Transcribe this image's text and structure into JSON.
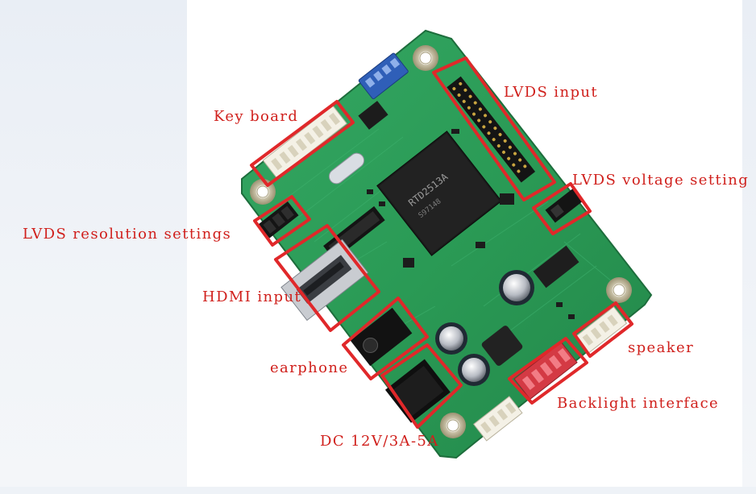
{
  "labels": {
    "key_board": "Key board",
    "lvds_input": "LVDS input",
    "lvds_voltage": "LVDS voltage setting",
    "lvds_resolution": "LVDS resolution settings",
    "hdmi_input": "HDMI input",
    "earphone": "earphone",
    "dc_power": "DC 12V/3A-5A",
    "backlight": "Backlight interface",
    "speaker": "speaker"
  },
  "board": {
    "chip_marking": "RTD2513A",
    "pcb_color": "#2a9a55",
    "highlight_color": "#e0282a"
  }
}
